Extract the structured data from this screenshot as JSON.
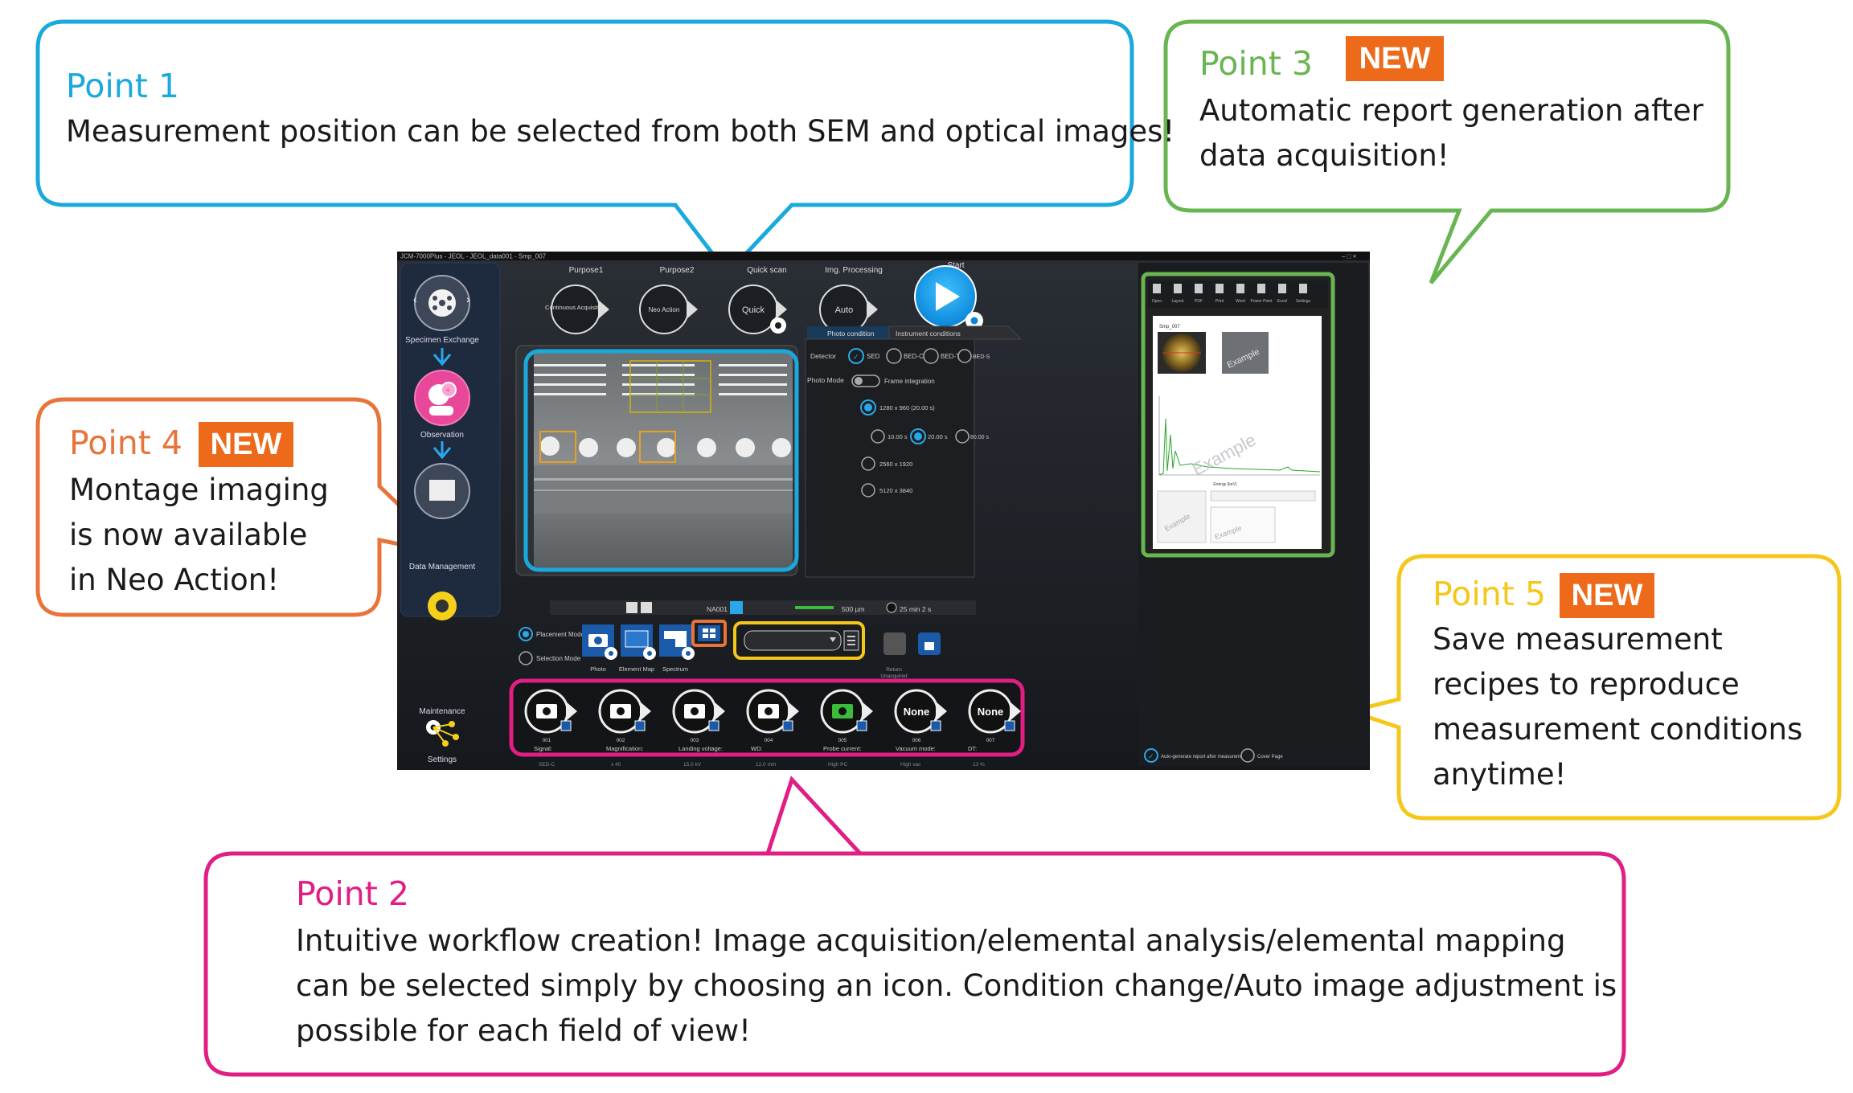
{
  "points": {
    "p1": {
      "title": "Point 1",
      "body": "Measurement position can be selected from both SEM and optical images!"
    },
    "p2": {
      "title": "Point 2",
      "line1": "Intuitive workflow creation! Image acquisition/elemental analysis/elemental mapping",
      "line2": "can be selected simply by choosing an icon. Condition change/Auto image adjustment is",
      "line3": "possible for each field of view!"
    },
    "p3": {
      "title": "Point 3",
      "badge": "NEW",
      "line1": "Automatic report generation after",
      "line2": "data acquisition!"
    },
    "p4": {
      "title": "Point 4",
      "badge": "NEW",
      "line1": "Montage imaging",
      "line2": "is now available",
      "line3": "in Neo Action!"
    },
    "p5": {
      "title": "Point 5",
      "badge": "NEW",
      "line1": "Save measurement",
      "line2": "recipes to reproduce",
      "line3": "measurement conditions",
      "line4": "anytime!"
    }
  },
  "app": {
    "window_title": "JCM-7000Plus - JEOL - JEOL_data001 - Smp_007",
    "sidebar": {
      "specimen_exchange": "Specimen Exchange",
      "observation": "Observation",
      "data_management": "Data Management",
      "maintenance": "Maintenance",
      "settings": "Settings"
    },
    "top": {
      "purpose1": "Purpose1",
      "purpose1_btn": "Continuous Acquisition",
      "purpose2": "Purpose2",
      "purpose2_btn": "Neo Action",
      "quick_scan": "Quick scan",
      "quick_btn": "Quick",
      "img_processing": "Img. Processing",
      "auto_btn": "Auto",
      "start": "Start"
    },
    "tabs": {
      "photo": "Photo condition",
      "instrument": "Instrument conditions"
    },
    "conditions": {
      "detector": "Detector",
      "sed": "SED",
      "bedc": "BED-C",
      "bedt": "BED-T",
      "beds": "BED-S",
      "photo_mode": "Photo Mode",
      "frame_integration": "Frame integration",
      "res1": "1280 x 960 (20.00 s)",
      "t1": "10.00 s",
      "t2": "20.00 s",
      "t3": "80.00 s",
      "res2": "2560 x 1920",
      "res3": "5120 x 3840"
    },
    "status": {
      "na": "NA001",
      "scale": "500 µm",
      "time": "25 min 2 s"
    },
    "modes": {
      "placement": "Placement Mode",
      "selection": "Selection Mode"
    },
    "tools": {
      "photo": "Photo",
      "element_map": "Element Map",
      "spectrum": "Spectrum"
    },
    "recipes": {
      "return": "Return",
      "unacquired": "Unacquired"
    },
    "workflow": {
      "items": [
        "001",
        "002",
        "003",
        "004",
        "005",
        "006",
        "007"
      ],
      "none": "None",
      "headers": [
        "Signal:",
        "Magnification:",
        "Landing voltage:",
        "WD:",
        "Probe current:",
        "Vacuum mode:",
        "DT:"
      ],
      "values": [
        "SED-C",
        "x 40",
        "15.0 kV",
        "12.0 mm",
        "High PC",
        "High vac",
        "13 %"
      ]
    },
    "report": {
      "toolbar": [
        "Open",
        "Layout",
        "PDF",
        "Print",
        "Word",
        "Power Point",
        "Excel",
        "Settings"
      ],
      "sample": "Smp_007",
      "example": "Example",
      "auto_report": "Auto-generate report after measurement",
      "cover_page": "Cover Page",
      "energy": "Energy (keV)"
    }
  },
  "colors": {
    "p1": "#1aa9dc",
    "p2": "#e01e84",
    "p3": "#68b552",
    "p4": "#e8743b",
    "p5": "#f5c71a",
    "new": "#ec6a1a"
  }
}
